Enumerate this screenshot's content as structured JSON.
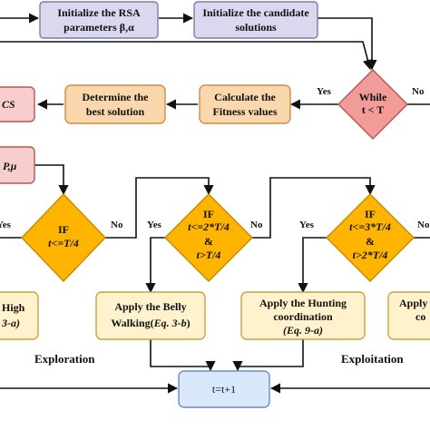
{
  "nodes": {
    "init_rsa": [
      "Initialize the RSA",
      "parameters β,α"
    ],
    "init_candidates": [
      "Initialize the candidate",
      "solutions"
    ],
    "while": [
      "While",
      "t < T"
    ],
    "fitness": [
      "Calculate the",
      "Fitness values"
    ],
    "best": [
      "Determine the",
      "best solution"
    ],
    "left_cut_top": "CS",
    "left_cut_mid": "P,μ",
    "if1": [
      "IF",
      "t<=T/4"
    ],
    "if2": [
      "IF",
      "t<=2*T/4",
      "&",
      "t>T/4"
    ],
    "if3": [
      "IF",
      "t<=3*T/4",
      "&",
      "t>2*T/4"
    ],
    "high_walk": [
      "High",
      "3-a)"
    ],
    "belly": [
      "Apply the Belly",
      "Walking(",
      "Eq. 3-b",
      ")"
    ],
    "hunting": [
      "Apply the Hunting",
      "coordination",
      "(Eq. 9-a)"
    ],
    "right_cut": [
      "Apply",
      "co"
    ],
    "update": "t=t+1"
  },
  "edge_labels": {
    "yes": "Yes",
    "no": "No"
  },
  "phase_labels": {
    "exploration": "Exploration",
    "exploitation": "Exploitation"
  },
  "colors": {
    "process_fill": "#d9d8ee",
    "process_stroke": "#7b7bb0",
    "orange_fill": "#fad7ac",
    "orange_stroke": "#d48a45",
    "decision_red_fill": "#f19c99",
    "decision_red_stroke": "#b85450",
    "decision_gold_fill": "#ffb400",
    "decision_gold_stroke": "#c68a00",
    "pink_fill": "#f8cecc",
    "pink_stroke": "#b85450",
    "yellow_fill": "#fff2cc",
    "yellow_stroke": "#c8a43e",
    "blue_fill": "#dae8fc",
    "blue_stroke": "#6c8ebf"
  }
}
